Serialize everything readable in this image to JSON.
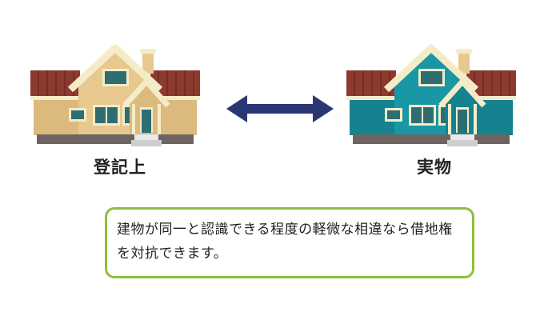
{
  "diagram": {
    "left_house": {
      "label": "登記上",
      "icon": "house-icon",
      "wall_color": "#e7c98f",
      "roof_color": "#8c3a2e"
    },
    "right_house": {
      "label": "実物",
      "icon": "house-icon",
      "wall_color": "#1a97a5",
      "roof_color": "#8c3a2e"
    },
    "arrow": {
      "icon": "double-arrow-icon",
      "color": "#2b3674"
    },
    "note": {
      "text": "建物が同一と認識できる程度の軽微な相違なら借地権を対抗できます。",
      "border_color": "#8fbe3e"
    }
  }
}
